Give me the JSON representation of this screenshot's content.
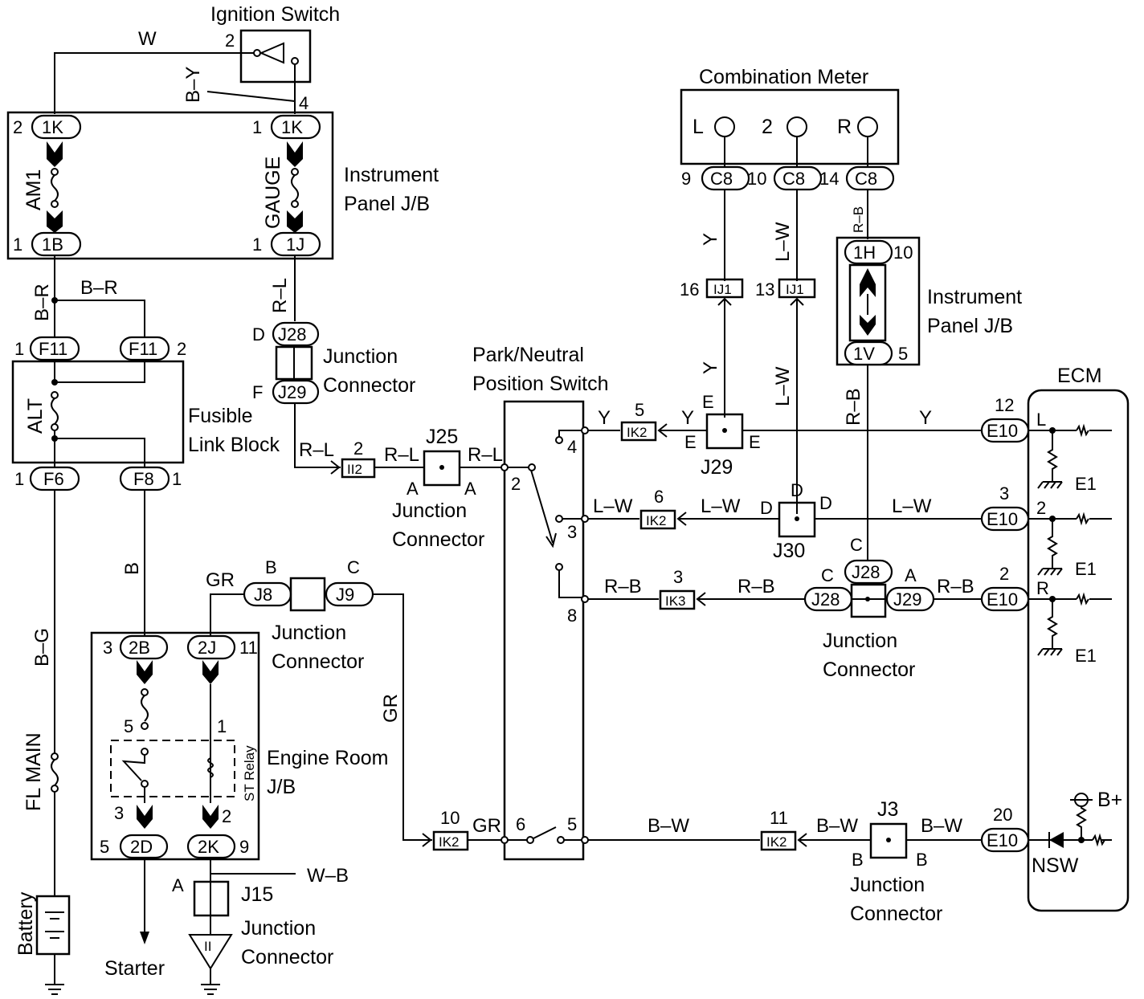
{
  "components": {
    "ignition_switch": "Ignition Switch",
    "instrument_panel_jb": [
      "Instrument",
      "Panel J/B"
    ],
    "fusible_link_block": [
      "Fusible",
      "Link Block"
    ],
    "combination_meter": "Combination Meter",
    "park_neutral_switch": [
      "Park/Neutral",
      "Position Switch"
    ],
    "ecm": "ECM",
    "engine_room_jb": [
      "Engine Room",
      "J/B"
    ],
    "st_relay": "ST Relay",
    "junction_connector": [
      "Junction",
      "Connector"
    ],
    "starter": "Starter",
    "battery": "Battery",
    "fl_main": "FL MAIN",
    "nsw": "NSW",
    "b_plus": "B+",
    "alt": "ALT",
    "am1": "AM1",
    "gauge": "GAUGE"
  },
  "connectors": {
    "1K": "1K",
    "1B": "1B",
    "1J": "1J",
    "F11": "F11",
    "F6": "F6",
    "F8": "F8",
    "J28": "J28",
    "J29": "J29",
    "J25": "J25",
    "J30": "J30",
    "J3": "J3",
    "J8": "J8",
    "J9": "J9",
    "J15": "J15",
    "C8": "C8",
    "1H": "1H",
    "1V": "1V",
    "E10": "E10",
    "2B": "2B",
    "2J": "2J",
    "2D": "2D",
    "2K": "2K",
    "IJ1": "IJ1",
    "II2": "II2",
    "IK2": "IK2",
    "IK3": "IK3",
    "II": "II"
  },
  "wires": {
    "W": "W",
    "B-Y": "B–Y",
    "B-R": "B–R",
    "R-L": "R–L",
    "B": "B",
    "B-G": "B–G",
    "GR": "GR",
    "Y": "Y",
    "L-W": "L–W",
    "R-B": "R–B",
    "B-W": "B–W",
    "W-B": "W–B"
  },
  "terminals": {
    "L": "L",
    "R": "R",
    "E1": "E1",
    "A": "A",
    "B": "B",
    "C": "C",
    "D": "D",
    "E": "E",
    "F": "F",
    "n1": "1",
    "n2": "2",
    "n3": "3",
    "n4": "4",
    "n5": "5",
    "n6": "6",
    "n8": "8",
    "n9": "9",
    "n10": "10",
    "n11": "11",
    "n12": "12",
    "n13": "13",
    "n14": "14",
    "n16": "16",
    "n20": "20"
  }
}
